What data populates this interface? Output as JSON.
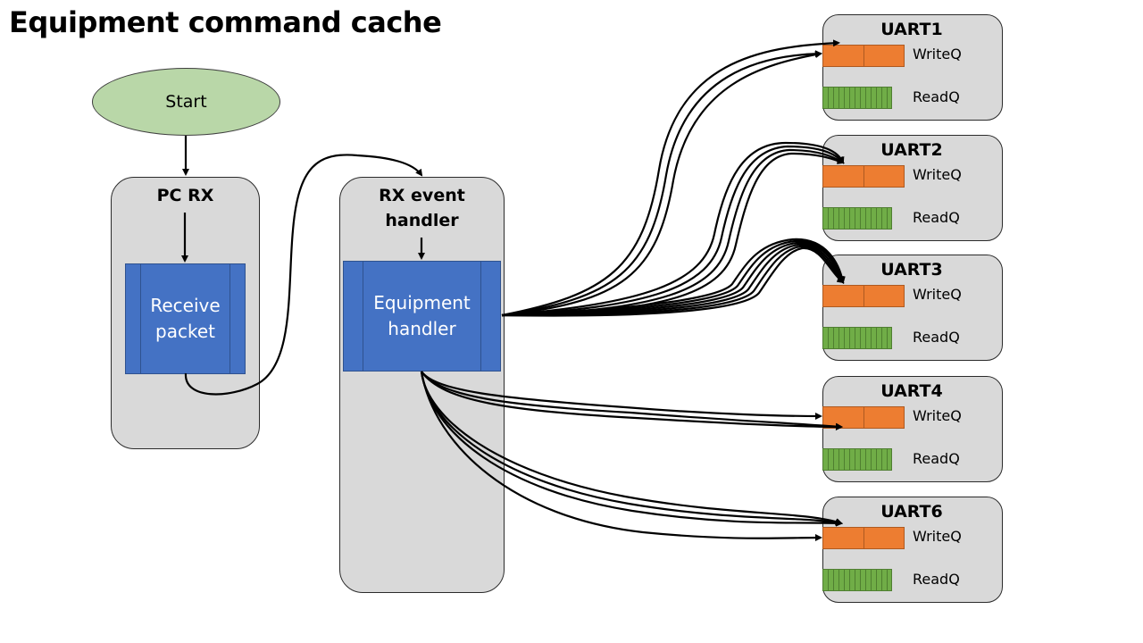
{
  "title": "Equipment command cache",
  "start": {
    "label": "Start"
  },
  "pc_rx": {
    "title": "PC RX",
    "process_line1": "Receive",
    "process_line2": "packet"
  },
  "rx_event": {
    "title_line1": "RX event",
    "title_line2": "handler",
    "process_line1": "Equipment",
    "process_line2": "handler"
  },
  "uarts": [
    {
      "name": "UART1",
      "write_label": "WriteQ",
      "read_label": "ReadQ"
    },
    {
      "name": "UART2",
      "write_label": "WriteQ",
      "read_label": "ReadQ"
    },
    {
      "name": "UART3",
      "write_label": "WriteQ",
      "read_label": "ReadQ"
    },
    {
      "name": "UART4",
      "write_label": "WriteQ",
      "read_label": "ReadQ"
    },
    {
      "name": "UART6",
      "write_label": "WriteQ",
      "read_label": "ReadQ"
    }
  ],
  "colors": {
    "container_fill": "#d9d9d9",
    "start_fill": "#b9d7a8",
    "process_fill": "#4472c4",
    "writeq_fill": "#ed7d31",
    "readq_fill": "#70ad47"
  }
}
